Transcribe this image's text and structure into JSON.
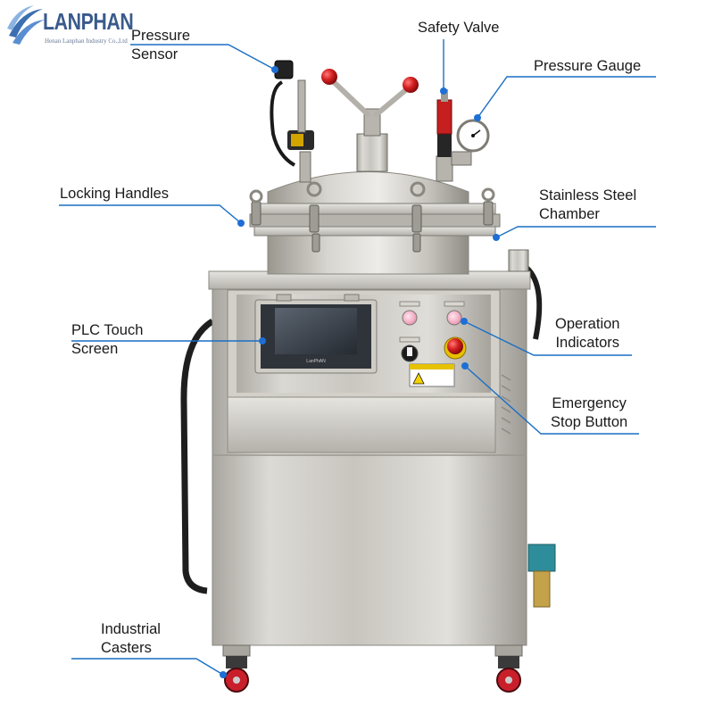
{
  "brand": {
    "name": "LANPHAN",
    "tagline": "Henan Lanphan Industry Co.,Ltd"
  },
  "colors": {
    "leader": "#1a6fc4",
    "dot": "#1d6fd6",
    "steel": "#c9c6c0",
    "knob_red": "#cc1f1f"
  },
  "panel": {
    "screen_brand": "LanPhAN"
  },
  "callouts": [
    {
      "id": "pressure-sensor",
      "label": "Pressure\nSensor"
    },
    {
      "id": "safety-valve",
      "label": "Safety Valve"
    },
    {
      "id": "pressure-gauge",
      "label": "Pressure Gauge"
    },
    {
      "id": "locking-handles",
      "label": "Locking Handles"
    },
    {
      "id": "stainless-steel-chamber",
      "label": "Stainless Steel\nChamber"
    },
    {
      "id": "plc-touch-screen",
      "label": "PLC Touch\nScreen"
    },
    {
      "id": "operation-indicators",
      "label": "Operation\nIndicators"
    },
    {
      "id": "emergency-stop-button",
      "label": "Emergency\nStop Button"
    },
    {
      "id": "industrial-casters",
      "label": "Industrial\nCasters"
    }
  ]
}
